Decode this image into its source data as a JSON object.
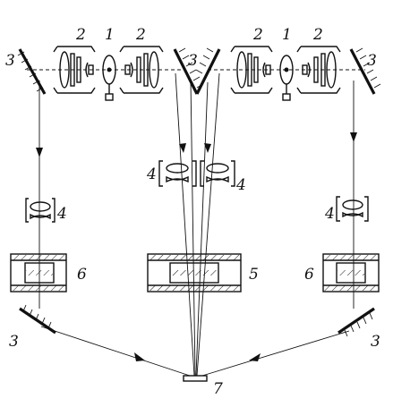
{
  "labels": {
    "source": "1",
    "lens_group": "2",
    "mirror": "3",
    "prism_lens": "4",
    "center_object": "5",
    "side_object": "6",
    "screen": "7"
  }
}
